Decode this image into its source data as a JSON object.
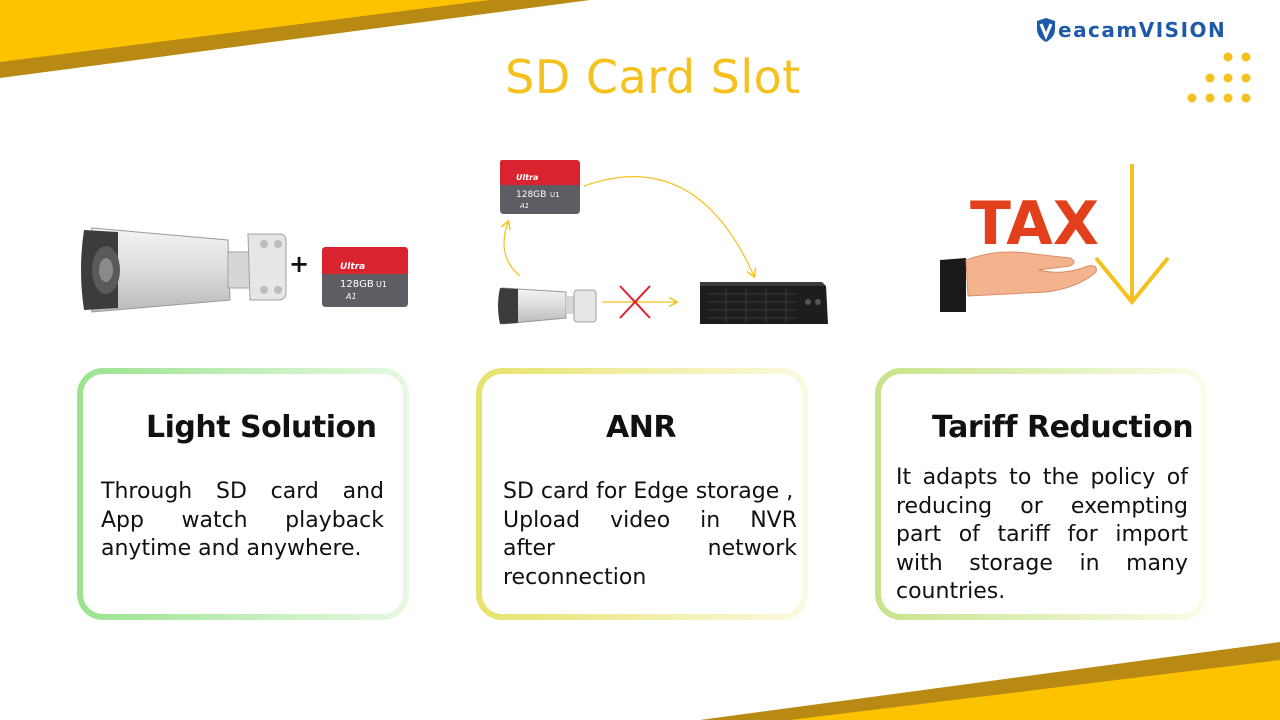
{
  "title": "SD Card Slot",
  "brand": {
    "name": "eacamVISION",
    "logo_icon": "shield-v-icon"
  },
  "colors": {
    "accent_yellow": "#f5c11e",
    "brand_blue": "#1f5aa8",
    "sd_red": "#d9232e",
    "cross_red": "#e0202a"
  },
  "illustrations": {
    "sd_card": {
      "brand": "Ultra",
      "capacity": "128GB",
      "speed_class": "U1",
      "app_class": "A1"
    },
    "plus_sign": "+",
    "tax_label": "TAX"
  },
  "cards": [
    {
      "title": "Light Solution",
      "lines": [
        "Through SD card and",
        "App watch playback",
        "anytime and anywhere."
      ]
    },
    {
      "title": "ANR",
      "lines": [
        "SD card for Edge storage ,",
        "Upload video in NVR",
        "after network",
        "reconnection"
      ]
    },
    {
      "title": "Tariff Reduction",
      "lines": [
        "It adapts to the policy of",
        "reducing or exempting",
        "part of tariff for import",
        "with storage in many",
        "countries."
      ]
    }
  ]
}
